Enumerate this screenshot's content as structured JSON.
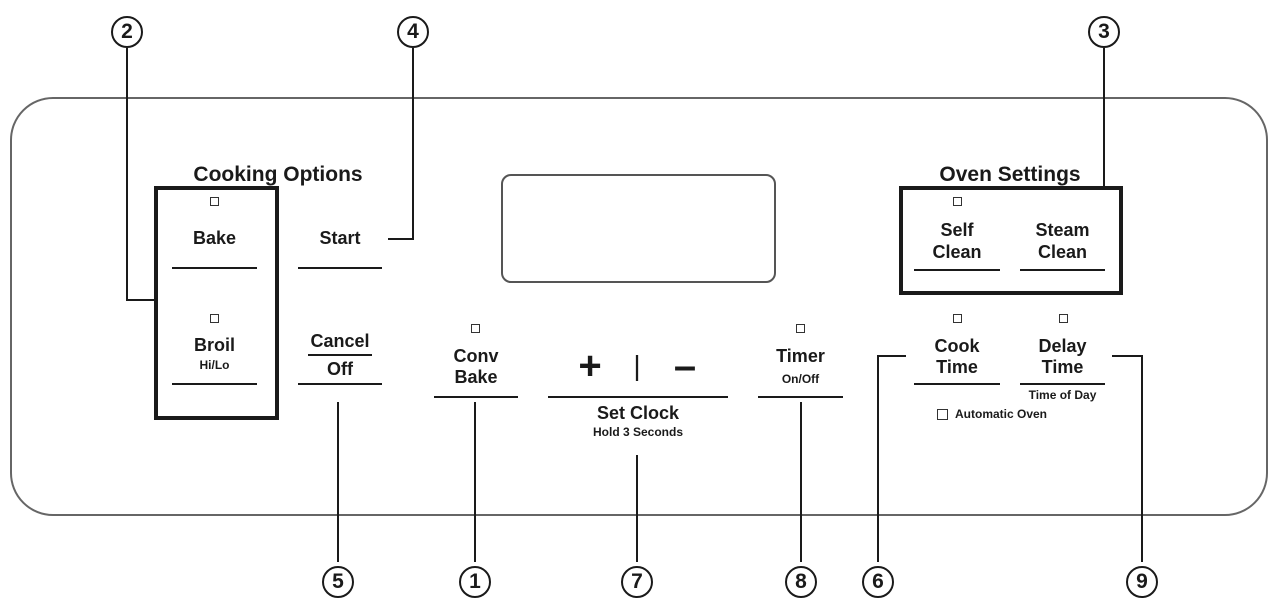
{
  "sections": {
    "cooking_options": "Cooking Options",
    "oven_settings": "Oven Settings"
  },
  "buttons": {
    "bake": "Bake",
    "broil": "Broil",
    "broil_sub": "Hi/Lo",
    "start": "Start",
    "cancel": "Cancel",
    "off": "Off",
    "conv": "Conv",
    "conv_bake": "Bake",
    "plus": "+",
    "separator": "|",
    "minus": "–",
    "set_clock": "Set Clock",
    "set_clock_sub": "Hold 3 Seconds",
    "timer": "Timer",
    "timer_sub": "On/Off",
    "self": "Self",
    "self_clean": "Clean",
    "steam": "Steam",
    "steam_clean": "Clean",
    "cook": "Cook",
    "cook_time": "Time",
    "delay": "Delay",
    "delay_time": "Time",
    "delay_sub": "Time of Day",
    "automatic_oven": "Automatic Oven"
  },
  "callouts": {
    "c1": "1",
    "c2": "2",
    "c3": "3",
    "c4": "4",
    "c5": "5",
    "c6": "6",
    "c7": "7",
    "c8": "8",
    "c9": "9"
  },
  "colors": {
    "ink": "#1a1a1a",
    "panel_border": "#666666",
    "display_border": "#555555"
  }
}
